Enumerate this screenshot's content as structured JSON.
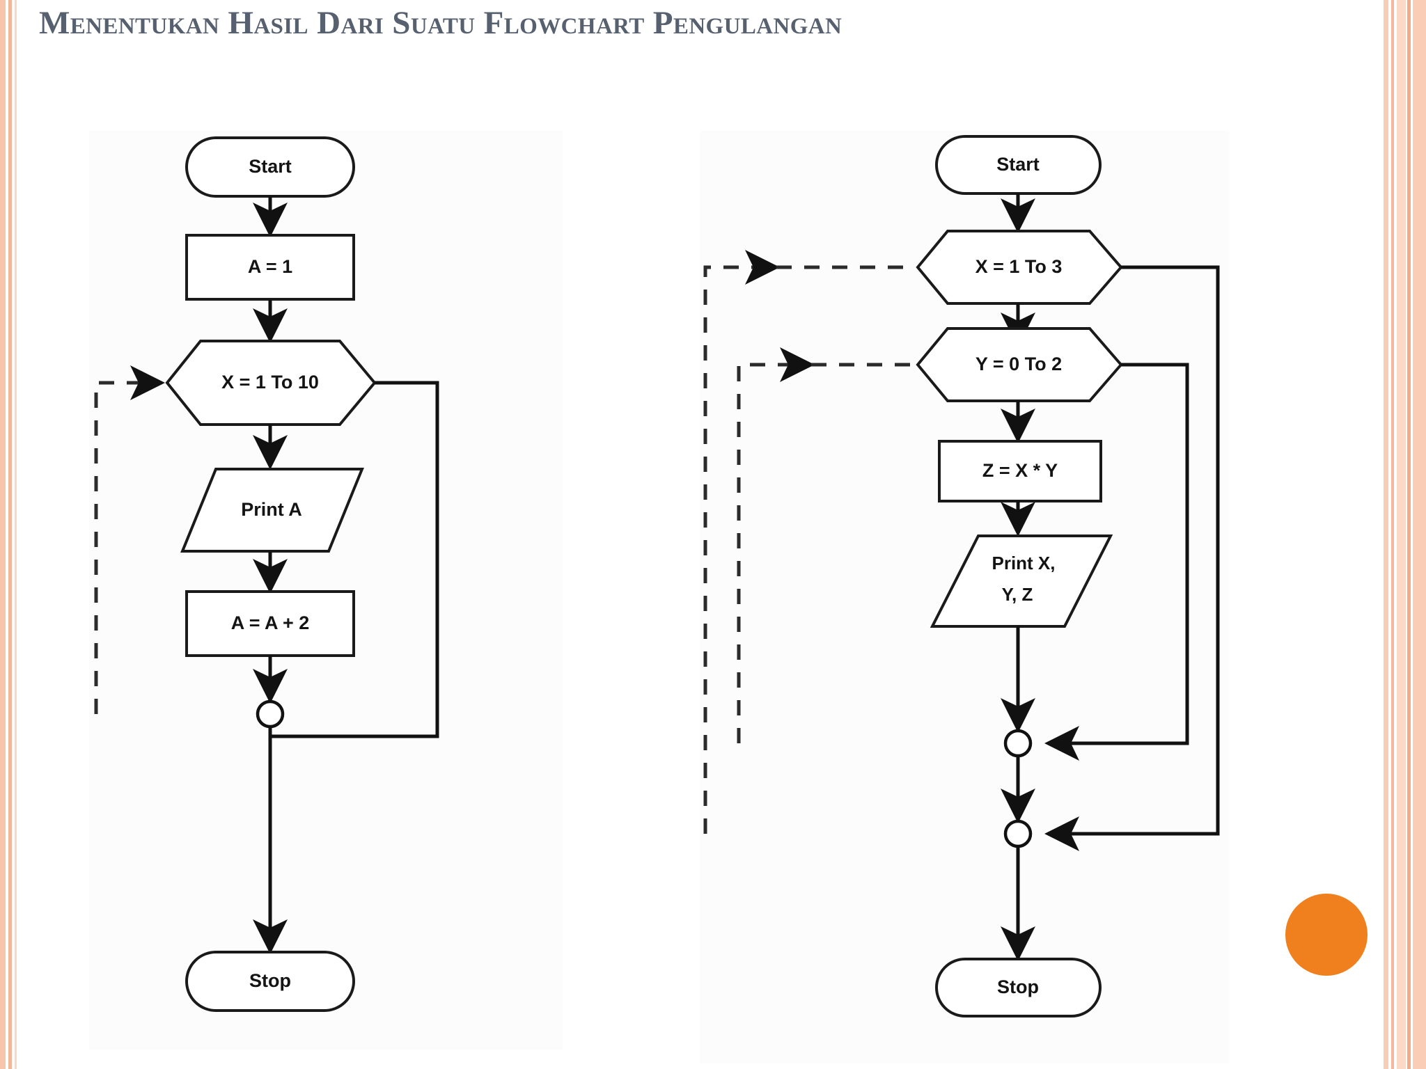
{
  "slide": {
    "title": "Menentukan Hasil Dari Suatu Flowchart Pengulangan",
    "title_color": "#57606f",
    "background": "#ffffff",
    "accent_color": "#f0801e",
    "stripe_colors": [
      "#f6c5ac",
      "#f2b79a",
      "#f8d9c8",
      "#f4b89a",
      "#f9cdb6"
    ]
  },
  "flowchart_left": {
    "name": "flowchart-single-loop",
    "nodes": {
      "start": "Start",
      "init": "A = 1",
      "loop": "X = 1 To 10",
      "print": "Print A",
      "increment": "A = A + 2",
      "junction": "",
      "stop": "Stop"
    }
  },
  "flowchart_right": {
    "name": "flowchart-nested-loop",
    "nodes": {
      "start": "Start",
      "outer_loop": "X = 1 To 3",
      "inner_loop": "Y = 0 To 2",
      "compute": "Z = X * Y",
      "print_line1": "Print X,",
      "print_line2": "Y, Z",
      "junction_inner": "",
      "junction_outer": "",
      "stop": "Stop"
    }
  }
}
